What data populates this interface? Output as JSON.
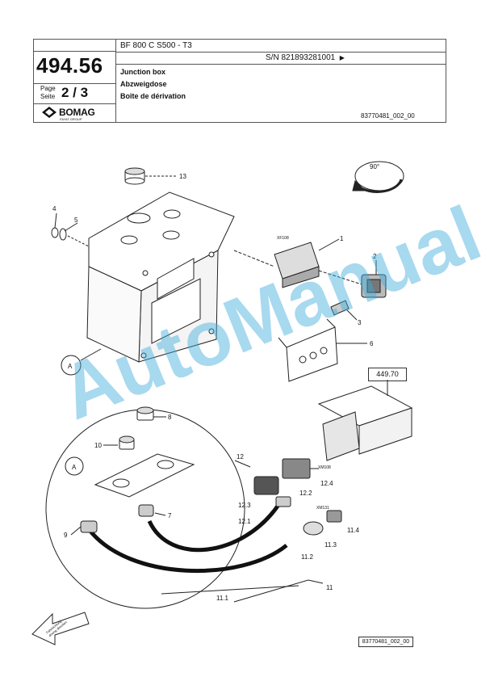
{
  "header": {
    "part_number": "494.56",
    "model": "BF 800 C S500 - T3",
    "serial": "S/N 821893281001",
    "serial_arrow": "▶",
    "page_label_1": "Page",
    "page_label_2": "Seite",
    "page": "2 / 3",
    "title_en": "Junction box",
    "title_de": "Abzweigdose",
    "title_fr": "Boîte de dérivation",
    "doc_ref": "83770481_002_00",
    "brand": "BOMAG",
    "brand_sub": "FAYAT GROUP"
  },
  "diagram": {
    "rotation_label": "90°",
    "ref_box_label": "449.70",
    "footer_ref": "83770481_002_00",
    "detail_label": "A",
    "connector_labels": [
      "XF108",
      "XM108",
      "XM131"
    ],
    "direction_label": "Fahrtrichtung driving direction",
    "callouts": [
      "1",
      "2",
      "3",
      "4",
      "5",
      "6",
      "7",
      "8",
      "9",
      "10",
      "11",
      "11.1",
      "11.2",
      "11.3",
      "11.4",
      "12",
      "12.1",
      "12.2",
      "12.3",
      "12.4",
      "13"
    ]
  },
  "watermark": "AutoManual"
}
